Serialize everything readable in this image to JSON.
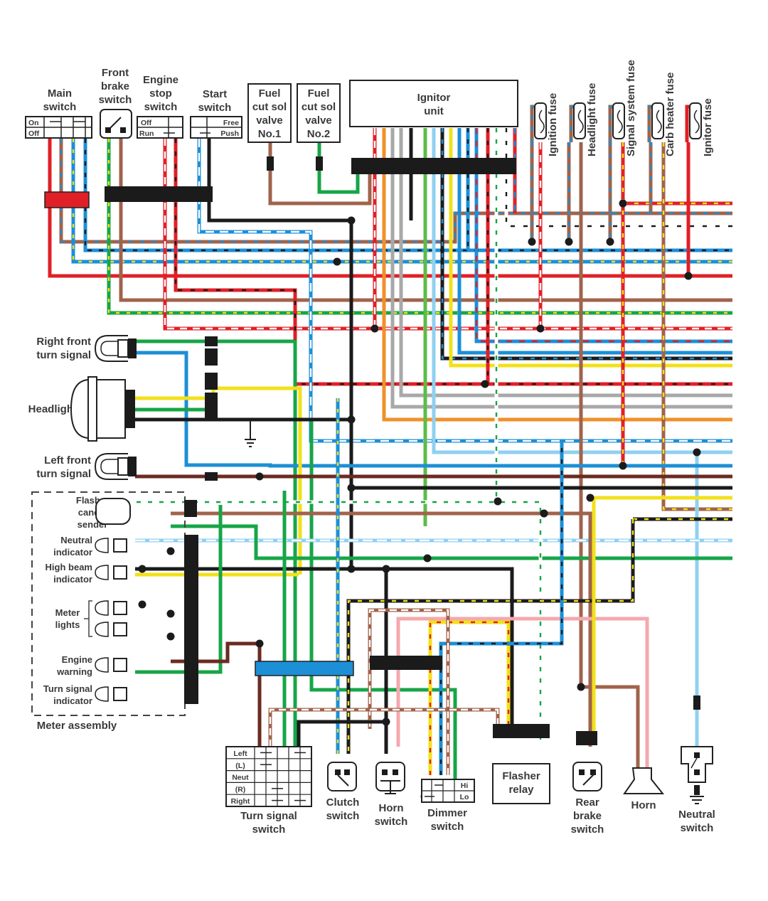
{
  "diagram": {
    "title": "Motorcycle wiring diagram",
    "components": {
      "main_switch": {
        "label": [
          "Main",
          "switch"
        ],
        "rows": [
          "On",
          "Off"
        ]
      },
      "front_brake_switch": {
        "label": [
          "Front",
          "brake",
          "switch"
        ]
      },
      "engine_stop_switch": {
        "label": [
          "Engine",
          "stop",
          "switch"
        ],
        "rows": [
          "Off",
          "Run"
        ]
      },
      "start_switch": {
        "label": [
          "Start",
          "switch"
        ],
        "rows": [
          "Free",
          "Push"
        ]
      },
      "fuel_cut_1": {
        "label": [
          "Fuel",
          "cut sol",
          "valve",
          "No.1"
        ]
      },
      "fuel_cut_2": {
        "label": [
          "Fuel",
          "cut sol",
          "valve",
          "No.2"
        ]
      },
      "ignitor_unit": {
        "label": [
          "Ignitor",
          "unit"
        ]
      },
      "fuses": [
        "Ignition fuse",
        "Headlight fuse",
        "Signal system fuse",
        "Carb heater fuse",
        "Ignitor fuse"
      ],
      "right_front_turn": {
        "label": [
          "Right front",
          "turn signal"
        ]
      },
      "headlight": {
        "label": [
          "Headlight"
        ]
      },
      "left_front_turn": {
        "label": [
          "Left front",
          "turn signal"
        ]
      },
      "meter_assembly": {
        "label": "Meter assembly",
        "items": [
          [
            "Flasher",
            "cancel",
            "sender"
          ],
          [
            "Neutral",
            "indicator"
          ],
          [
            "High beam",
            "indicator"
          ],
          [
            "Meter",
            "lights"
          ],
          [
            "Engine",
            "warning"
          ],
          [
            "Turn signal",
            "indicator"
          ]
        ]
      },
      "turn_signal_switch": {
        "label": [
          "Turn signal",
          "switch"
        ],
        "rows": [
          "Left",
          "(L)",
          "Neut",
          "(R)",
          "Right"
        ]
      },
      "clutch_switch": {
        "label": [
          "Clutch",
          "switch"
        ]
      },
      "horn_switch": {
        "label": [
          "Horn",
          "switch"
        ]
      },
      "dimmer_switch": {
        "label": [
          "Dimmer",
          "switch"
        ],
        "rows": [
          "Hi",
          "Lo"
        ]
      },
      "flasher_relay": {
        "label": [
          "Flasher",
          "relay"
        ]
      },
      "rear_brake_switch": {
        "label": [
          "Rear",
          "brake",
          "switch"
        ]
      },
      "horn": {
        "label": [
          "Horn"
        ]
      },
      "neutral_switch": {
        "label": [
          "Neutral",
          "switch"
        ]
      }
    },
    "wire_colors": {
      "red": "#e02027",
      "brown": "#a0634b",
      "blue": "#1c8fd6",
      "lightblue": "#8fd0f0",
      "green": "#17a547",
      "lightgreen": "#5cbc48",
      "yellow": "#f2e01a",
      "black": "#1b1b1b",
      "orange": "#f0902a",
      "gray": "#a8a8a8",
      "darkbrown": "#6b2b22",
      "pink": "#f3a9ad",
      "white": "#ffffff"
    }
  }
}
